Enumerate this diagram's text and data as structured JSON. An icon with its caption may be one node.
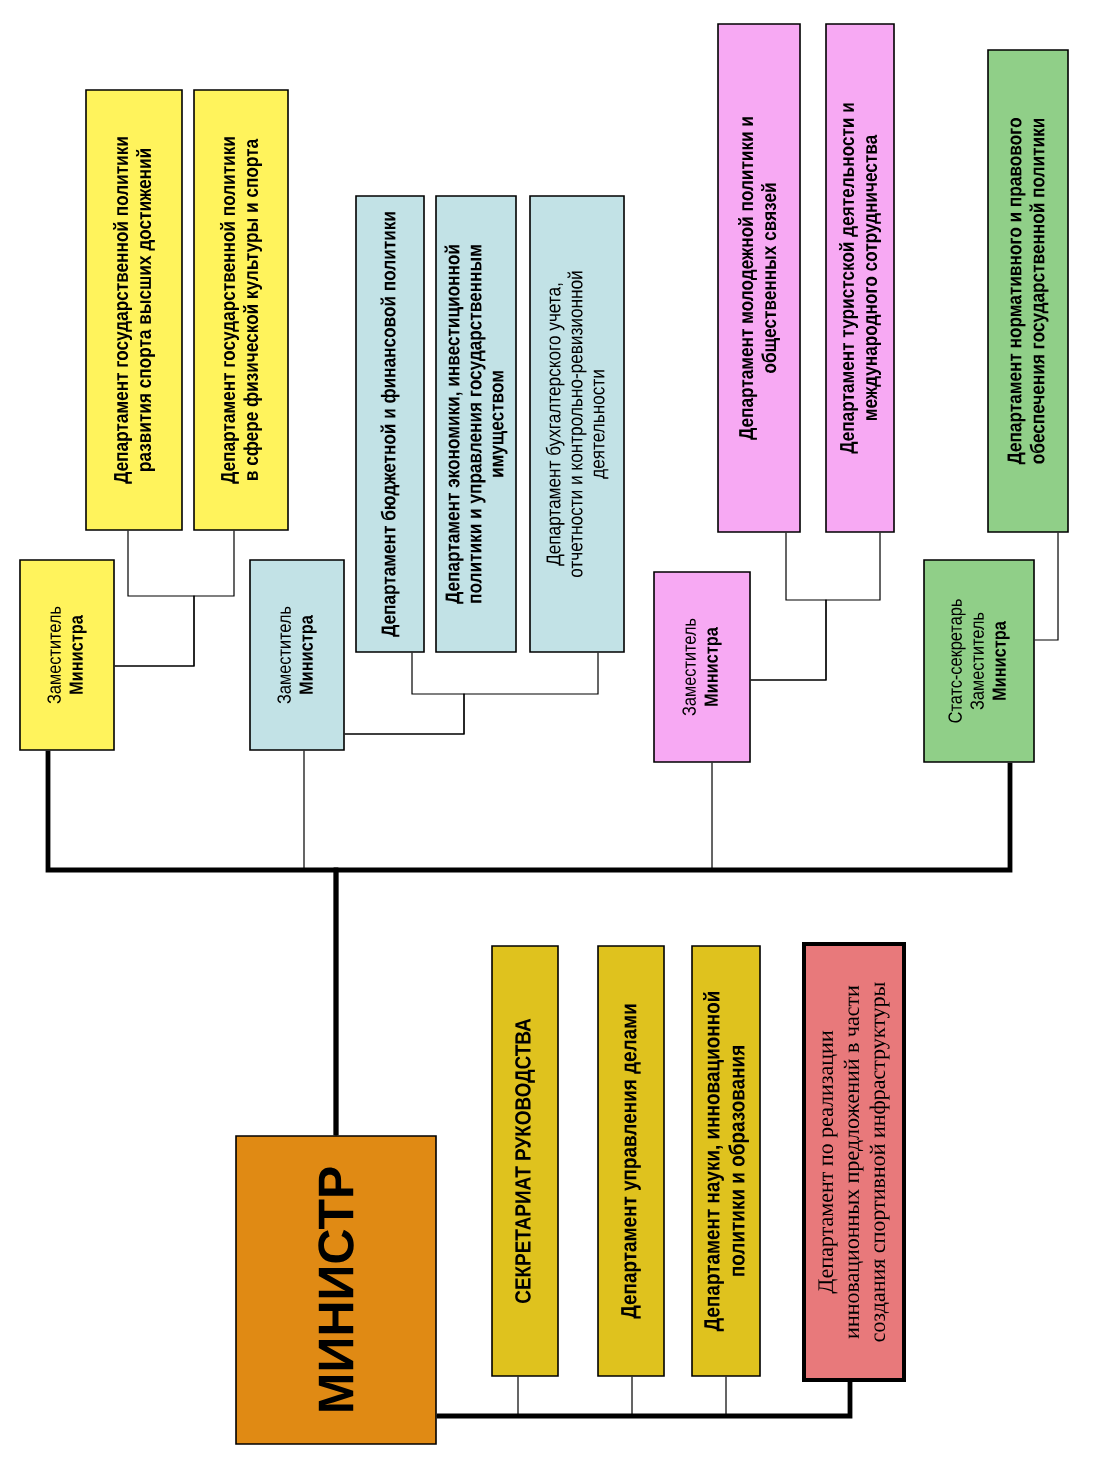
{
  "diagram": {
    "nodes": [
      {
        "text": [
          "МИНИСТР"
        ]
      },
      {
        "text": [
          "Заместитель **Министра**"
        ]
      },
      {
        "text": [
          "Департамент государственной политики развития спорта высших достижений"
        ]
      },
      {
        "text": [
          "Департамент государственной политики в сфере физической культуры и спорта"
        ]
      },
      {
        "text": [
          "Заместитель **Министра**"
        ]
      },
      {
        "text": [
          "Департамент бюджетной и финансовой политики"
        ]
      },
      {
        "text": [
          "Департамент экономики, инвестиционной политики и управления государственным имуществом"
        ]
      },
      {
        "text": [
          "Департамент бухгалтерского учета, отчетности и контрольно-ревизионной деятельности"
        ]
      },
      {
        "text": [
          "Заместитель **Министра**"
        ]
      },
      {
        "text": [
          "Департамент молодежной политики и общественных связей"
        ]
      },
      {
        "text": [
          "Департамент туристской деятельности и международного сотрудничества"
        ]
      },
      {
        "text": [
          "Статс-секретарь Заместитель **Министра**"
        ]
      },
      {
        "text": [
          "Департамент нормативного и правового обеспечения государственной политики"
        ]
      },
      {
        "text": [
          "СЕКРЕТАРИАТ РУКОВОДСТВА"
        ]
      },
      {
        "text": [
          "Департамент управления делами"
        ]
      },
      {
        "text": [
          "Департамент науки, инновационной политики и образования"
        ]
      },
      {
        "text": [
          "Департамент по реализации инновационных предложений в части создания спортивной инфраструктуры"
        ]
      }
    ],
    "edges": [
      {
        "from": 0,
        "to": 1,
        "arrow": "none",
        "style": "thick"
      },
      {
        "from": 0,
        "to": 4,
        "arrow": "none"
      },
      {
        "from": 0,
        "to": 8,
        "arrow": "none"
      },
      {
        "from": 0,
        "to": 11,
        "arrow": "none",
        "style": "thick"
      },
      {
        "from": 1,
        "to": 2,
        "arrow": "none"
      },
      {
        "from": 1,
        "to": 3,
        "arrow": "none"
      },
      {
        "from": 4,
        "to": 5,
        "arrow": "none"
      },
      {
        "from": 4,
        "to": 7,
        "arrow": "none"
      },
      {
        "from": 8,
        "to": 9,
        "arrow": "none"
      },
      {
        "from": 8,
        "to": 10,
        "arrow": "none"
      },
      {
        "from": 11,
        "to": 12,
        "arrow": "none"
      },
      {
        "from": 0,
        "to": 13,
        "arrow": "none"
      },
      {
        "from": 0,
        "to": 14,
        "arrow": "none"
      },
      {
        "from": 0,
        "to": 15,
        "arrow": "none"
      },
      {
        "from": 0,
        "to": 16,
        "arrow": "none",
        "style": "thick"
      }
    ]
  }
}
